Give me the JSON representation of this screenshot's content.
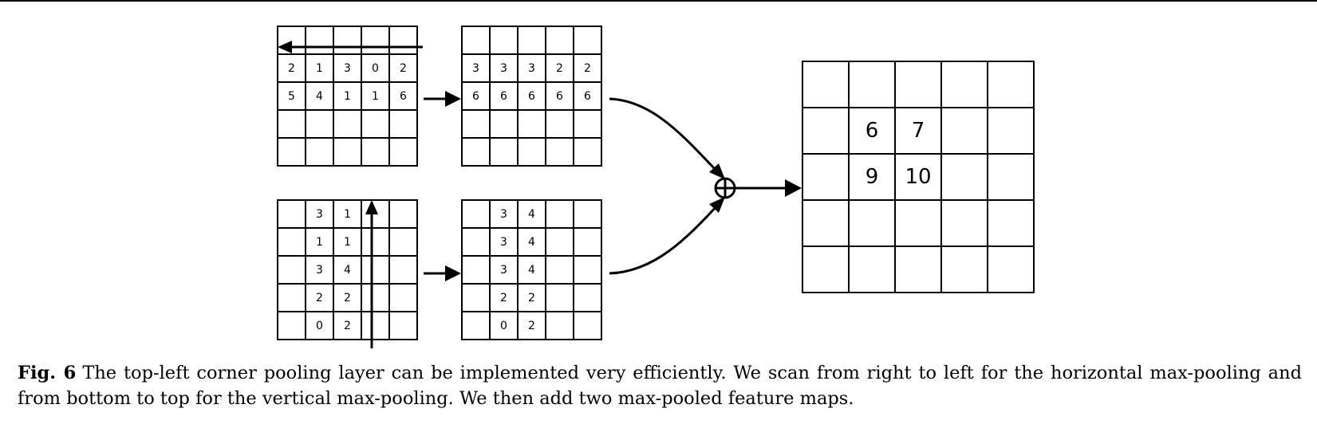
{
  "horizontal_input": {
    "rows": [
      [
        "",
        "",
        "",
        "",
        ""
      ],
      [
        "2",
        "1",
        "3",
        "0",
        "2"
      ],
      [
        "5",
        "4",
        "1",
        "1",
        "6"
      ],
      [
        "",
        "",
        "",
        "",
        ""
      ],
      [
        "",
        "",
        "",
        "",
        ""
      ]
    ]
  },
  "horizontal_output": {
    "rows": [
      [
        "",
        "",
        "",
        "",
        ""
      ],
      [
        "3",
        "3",
        "3",
        "2",
        "2"
      ],
      [
        "6",
        "6",
        "6",
        "6",
        "6"
      ],
      [
        "",
        "",
        "",
        "",
        ""
      ],
      [
        "",
        "",
        "",
        "",
        ""
      ]
    ]
  },
  "vertical_input": {
    "rows": [
      [
        "",
        "3",
        "1",
        "",
        ""
      ],
      [
        "",
        "1",
        "1",
        "",
        ""
      ],
      [
        "",
        "3",
        "4",
        "",
        ""
      ],
      [
        "",
        "2",
        "2",
        "",
        ""
      ],
      [
        "",
        "0",
        "2",
        "",
        ""
      ]
    ]
  },
  "vertical_output": {
    "rows": [
      [
        "",
        "3",
        "4",
        "",
        ""
      ],
      [
        "",
        "3",
        "4",
        "",
        ""
      ],
      [
        "",
        "3",
        "4",
        "",
        ""
      ],
      [
        "",
        "2",
        "2",
        "",
        ""
      ],
      [
        "",
        "0",
        "2",
        "",
        ""
      ]
    ]
  },
  "result": {
    "rows": [
      [
        "",
        "",
        "",
        "",
        ""
      ],
      [
        "",
        "6",
        "7",
        "",
        ""
      ],
      [
        "",
        "9",
        "10",
        "",
        ""
      ],
      [
        "",
        "",
        "",
        "",
        ""
      ],
      [
        "",
        "",
        "",
        "",
        ""
      ]
    ]
  },
  "caption": {
    "label": "Fig. 6",
    "text": "The top-left corner pooling layer can be implemented very efficiently. We scan from right to left for the horizontal max-pooling and from bottom to top for the vertical max-pooling. We then add two max-pooled feature maps."
  },
  "colors": {
    "stroke": "#000000",
    "background": "#ffffff"
  },
  "icons": {
    "sum": "circle-plus-icon"
  }
}
